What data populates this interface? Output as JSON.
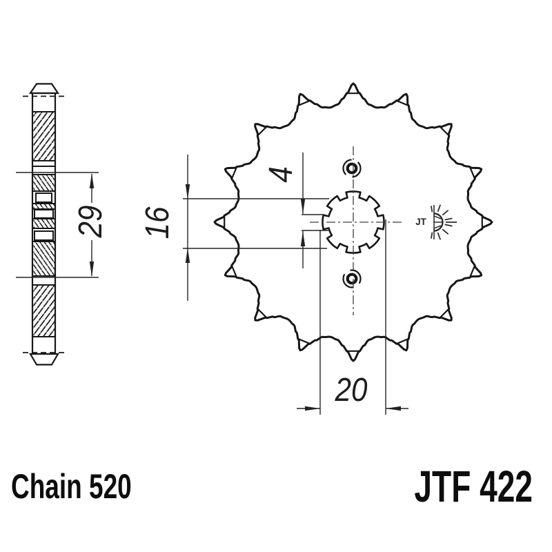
{
  "labels": {
    "chain": "Chain 520",
    "part": "JTF 422",
    "logo": "JT"
  },
  "dims": {
    "d29": "29",
    "d16": "16",
    "d4": "4",
    "d20": "20"
  },
  "sprocket": {
    "teeth": 16,
    "spline_notches": 8
  },
  "colors": {
    "line": "#161616",
    "background": "#ffffff"
  }
}
